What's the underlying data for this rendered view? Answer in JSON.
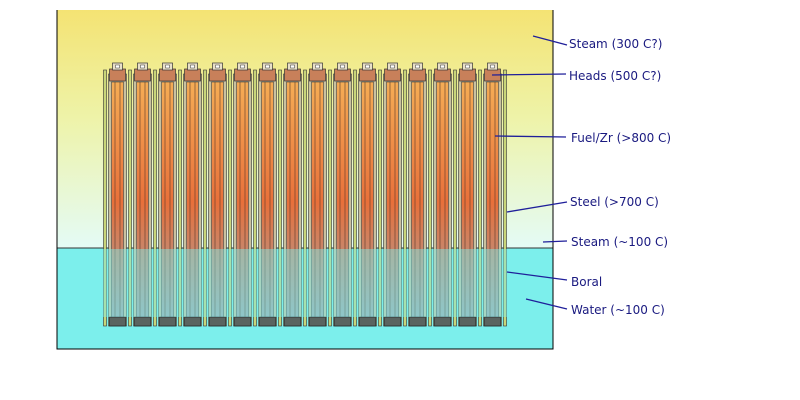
{
  "labels": {
    "steam_top": "Steam (300 C?)",
    "heads": "Heads (500 C?)",
    "fuel": "Fuel/Zr (>800 C)",
    "steel": "Steel (>700 C)",
    "steam_low": "Steam (~100 C)",
    "boral": "Boral",
    "water": "Water (~100 C)"
  },
  "assembly": {
    "count": 16
  },
  "colors": {
    "label_text": "#1a1a80",
    "leader_line": "#1f1f9a",
    "steam_hot": "#f4e373",
    "steam_cool": "#e6fbf4",
    "water": "#7cefec",
    "fuel_hot": "#e87a3a",
    "fuel_warm": "#f7c36a",
    "head": "#c8805a",
    "foot": "#5a6460",
    "boral_rod": "#c9d67a",
    "outline": "#000000"
  }
}
